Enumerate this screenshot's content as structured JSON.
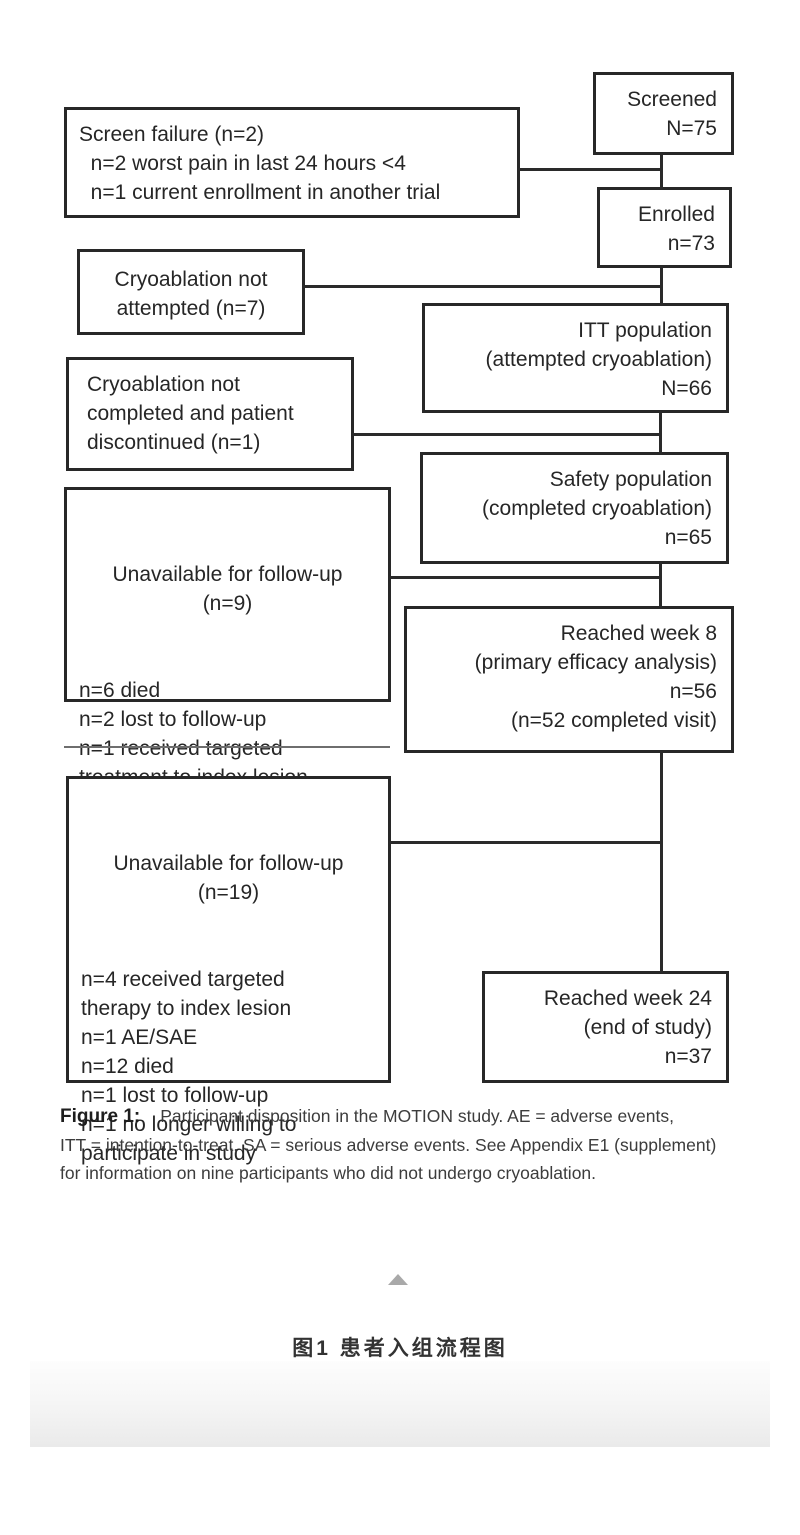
{
  "flowchart": {
    "line_color": "#2a2a2a",
    "boxes": {
      "screened": {
        "text": "Screened\nN=75"
      },
      "screen_failure": {
        "text": "Screen failure (n=2)\n  n=2 worst pain in last 24 hours <4\n  n=1 current enrollment in another trial"
      },
      "enrolled": {
        "text": "Enrolled\nn=73"
      },
      "cryo_not_attempted": {
        "text": "Cryoablation not\nattempted (n=7)"
      },
      "itt": {
        "text": "ITT population\n(attempted cryoablation)\nN=66"
      },
      "cryo_not_completed": {
        "text": "Cryoablation not\ncompleted and patient\ndiscontinued (n=1)"
      },
      "safety": {
        "text": "Safety population\n(completed cryoablation)\nn=65"
      },
      "unavailable_wk8": {
        "head": "Unavailable for follow-up\n(n=9)",
        "body": "n=6 died\nn=2 lost to follow-up\nn=1 received targeted\ntreatment to index lesion"
      },
      "week8": {
        "text": "Reached week 8\n(primary efficacy analysis)\nn=56\n(n=52 completed visit)"
      },
      "unavailable_wk24": {
        "head": "Unavailable for follow-up\n(n=19)",
        "body": "n=4 received targeted\ntherapy to index lesion\nn=1 AE/SAE\nn=12 died\nn=1 lost to follow-up\nn=1 no longer willing to\nparticipate in study"
      },
      "week24": {
        "text": "Reached week 24\n(end of study)\nn=37"
      }
    }
  },
  "caption": {
    "label": "Figure 1:",
    "line1": "Participant disposition in the MOTION study. AE = adverse events,",
    "line2": "ITT = intention-to-treat, SA = serious adverse events. See Appendix E1 (supplement)",
    "line3": "for information on nine participants who did not undergo cryoablation."
  },
  "page": {
    "figure_caption_zh": "图1 患者入组流程图",
    "collapse_icon": "triangle-up-icon",
    "colors": {
      "box_border": "#282828",
      "box_text": "#262626",
      "divider": "#6e6e6e",
      "triangle": "#a9a9a9",
      "zh_caption_text": "#333333",
      "footer_band_bottom": "#eaeaea"
    }
  }
}
